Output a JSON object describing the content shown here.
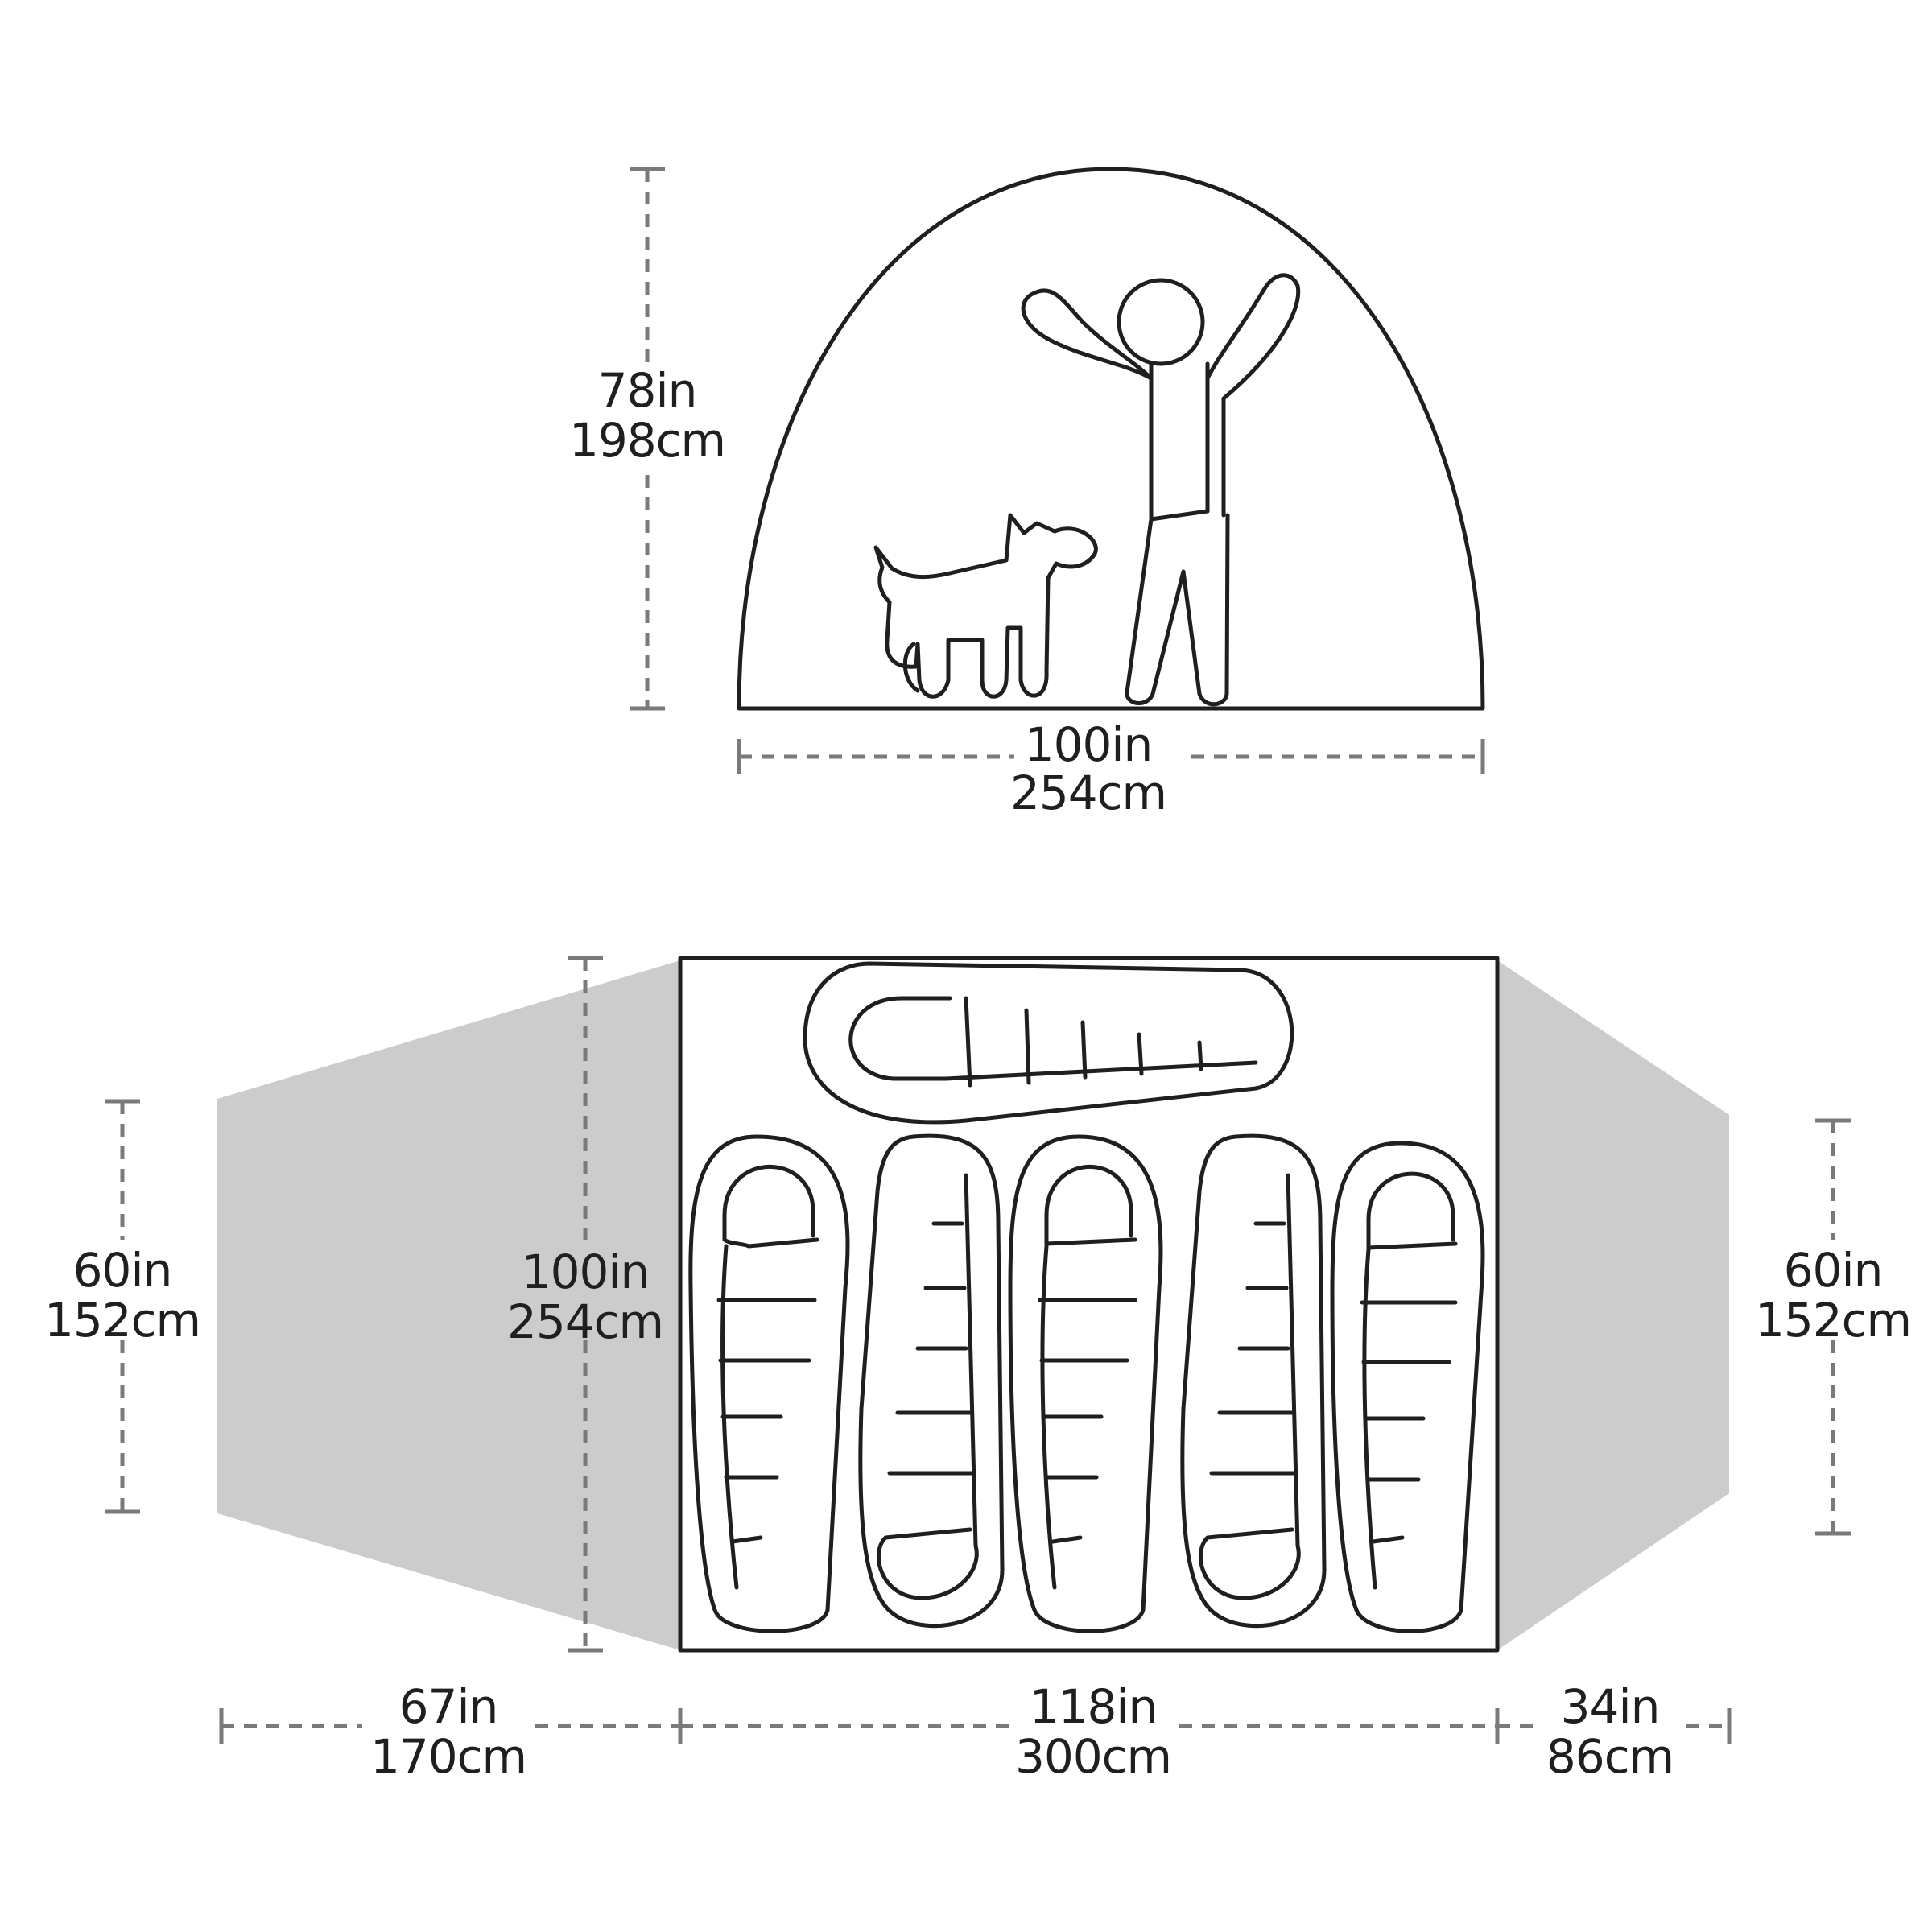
{
  "colors": {
    "outline": "#1f1f1f",
    "vestibule_fill": "#cccccc",
    "dimension_line": "#7a7a7a",
    "background": "#ffffff"
  },
  "front_view": {
    "height": {
      "in": "78in",
      "cm": "198cm"
    },
    "width": {
      "in": "100in",
      "cm": "254cm"
    },
    "figures": [
      "person-icon",
      "dog-icon"
    ]
  },
  "floor_plan": {
    "left_vestibule_width": {
      "in": "60in",
      "cm": "152cm"
    },
    "left_vestibule_depth": {
      "in": "67in",
      "cm": "170cm"
    },
    "interior_width": {
      "in": "100in",
      "cm": "254cm"
    },
    "interior_length": {
      "in": "118in",
      "cm": "300cm"
    },
    "right_vestibule_width": {
      "in": "60in",
      "cm": "152cm"
    },
    "right_vestibule_depth": {
      "in": "34in",
      "cm": "86cm"
    },
    "sleeping_bags": 6
  }
}
